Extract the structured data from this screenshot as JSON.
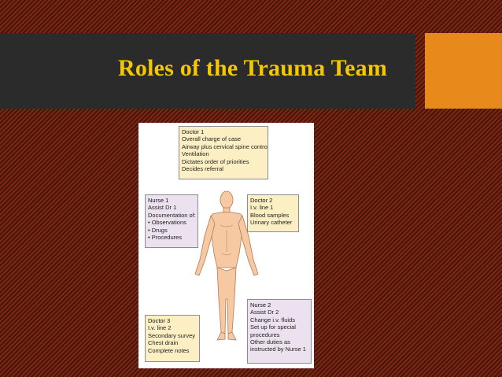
{
  "slide": {
    "title": "Roles of the Trauma Team"
  },
  "diagram": {
    "doctor1": {
      "heading": "Doctor 1",
      "lines": [
        "Overall charge of case",
        "Airway plus cervical spine control",
        "Ventilation",
        "Dictates order of priorities",
        "Decides referral"
      ]
    },
    "nurse1": {
      "heading": "Nurse 1",
      "lines": [
        "Assist Dr 1",
        "Documentation of:",
        "• Observations",
        "• Drugs",
        "• Procedures"
      ]
    },
    "doctor2": {
      "heading": "Doctor 2",
      "lines": [
        "I.v. line 1",
        "Blood samples",
        "Urinary catheter"
      ]
    },
    "nurse2": {
      "heading": "Nurse 2",
      "lines": [
        "Assist Dr 2",
        "Change i.v. fluids",
        "Set up for special",
        "procedures",
        "Other duties as",
        "instructed by Nurse 1"
      ]
    },
    "doctor3": {
      "heading": "Doctor 3",
      "lines": [
        "I.v. line 2",
        "Secondary survey",
        "Chest drain",
        "Complete notes"
      ]
    }
  },
  "colors": {
    "title_text": "#f4c800",
    "title_bar": "#2b2b2b",
    "accent": "#e8891c",
    "doctor_box": "#fcefc4",
    "nurse_box": "#ece1ee",
    "skin": "#f7c9a3"
  }
}
